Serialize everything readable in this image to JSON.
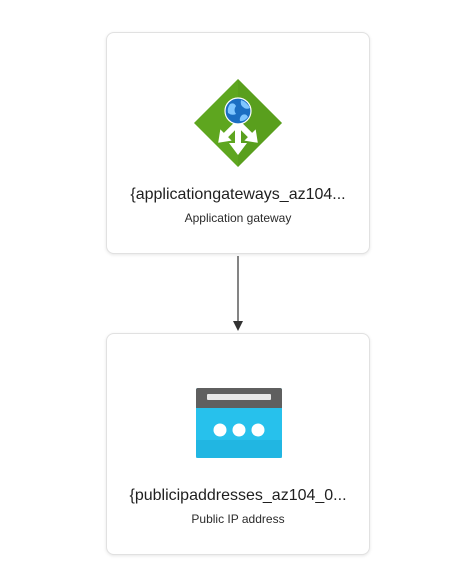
{
  "nodes": [
    {
      "title": "{applicationgateways_az104...",
      "subtitle": "Application gateway",
      "icon": "application-gateway-icon",
      "color": "#5ea61f"
    },
    {
      "title": "{publicipaddresses_az104_0...",
      "subtitle": "Public IP address",
      "icon": "public-ip-address-icon",
      "color": "#27c1ec"
    }
  ],
  "edges": [
    {
      "from": 0,
      "to": 1
    }
  ]
}
